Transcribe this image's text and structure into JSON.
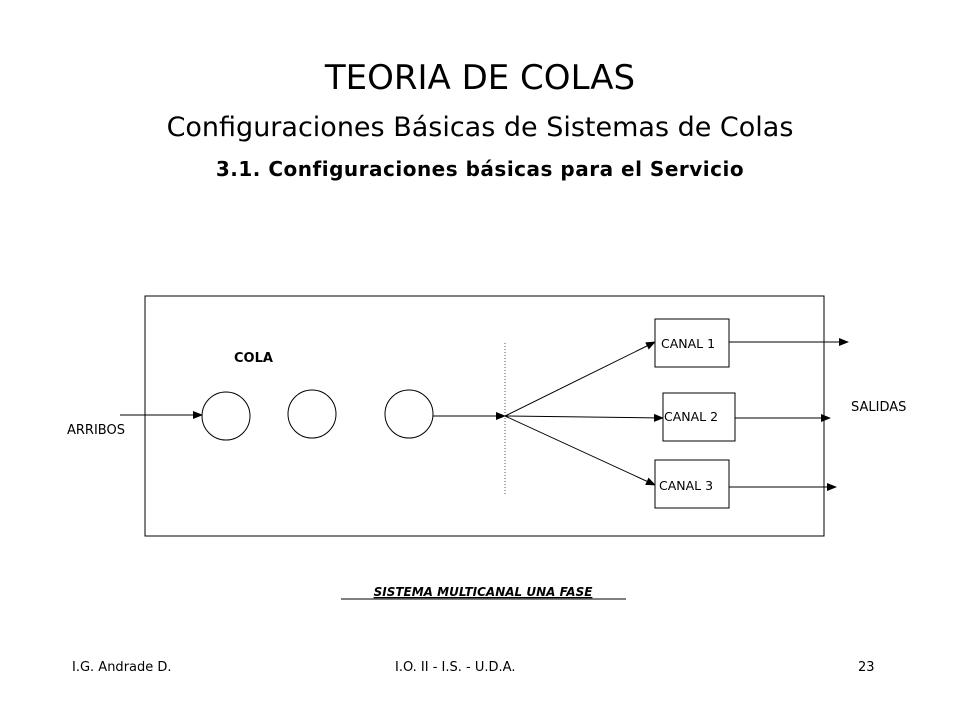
{
  "slide": {
    "title": "TEORIA DE COLAS",
    "subtitle": "Configuraciones Básicas de Sistemas de Colas",
    "section": "3.1. Configuraciones básicas para el Servicio"
  },
  "diagram": {
    "queue_label": "COLA",
    "arrivals_label": "ARRIBOS",
    "outputs_label": "SALIDAS",
    "channels": [
      "CANAL 1",
      "CANAL 2",
      "CANAL 3"
    ],
    "caption": "SISTEMA MULTICANAL UNA FASE"
  },
  "footer": {
    "author": "I.G. Andrade D.",
    "course": "I.O. II - I.S. - U.D.A.",
    "page": "23"
  }
}
